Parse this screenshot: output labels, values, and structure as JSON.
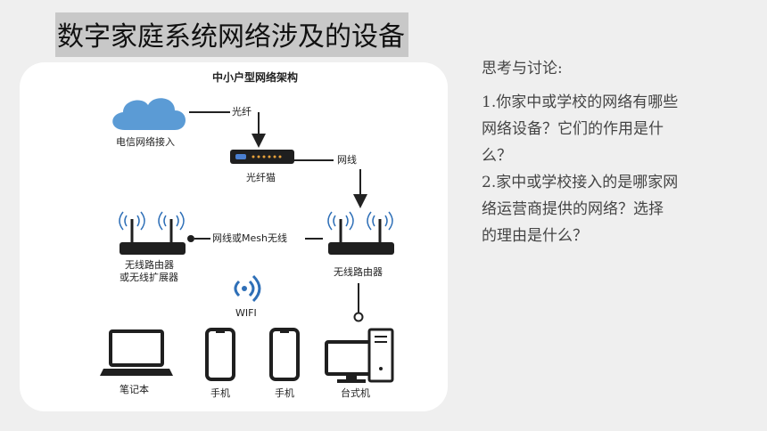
{
  "slide": {
    "title": "数字家庭系统网络涉及的设备"
  },
  "diagram": {
    "heading": "中小户型网络架构",
    "cloud_label": "电信网络接入",
    "fiber_label": "光纤",
    "modem_label": "光纤猫",
    "cable_label": "网线",
    "link_label": "网线或Mesh无线",
    "extender_label_1": "无线路由器",
    "extender_label_2": "或无线扩展器",
    "router_label": "无线路由器",
    "wifi_label": "WIFI",
    "laptop_label": "笔记本",
    "phone1_label": "手机",
    "phone2_label": "手机",
    "desktop_label": "台式机",
    "colors": {
      "cloud": "#5b9bd5",
      "wifi": "#2e6fb7",
      "device": "#1f1f1f"
    }
  },
  "discussion": {
    "heading": "思考与讨论:",
    "lines": [
      "1.你家中或学校的网络有哪些",
      "网络设备？它们的作用是什",
      "么？",
      "2.家中或学校接入的是哪家网",
      "络运营商提供的网络？选择",
      "的理由是什么？"
    ]
  }
}
